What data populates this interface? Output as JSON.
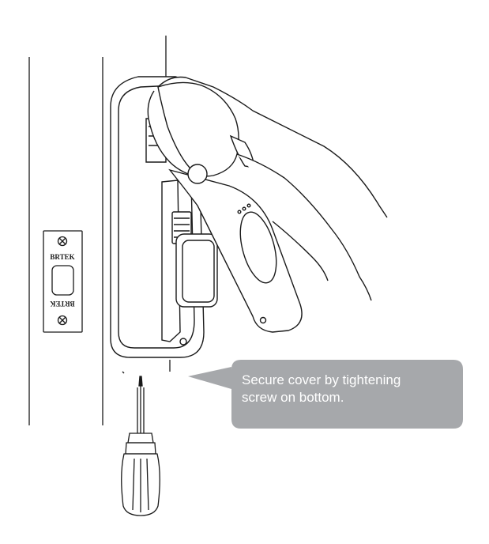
{
  "callout": {
    "text": "Secure cover by tightening\nscrew on bottom.",
    "background_color": "#a6a8ab",
    "text_color": "#ffffff"
  },
  "strike_plate": {
    "brand_top": "BRTEK",
    "brand_bottom": "BRTEK"
  },
  "line_color": "#1a1a1a"
}
